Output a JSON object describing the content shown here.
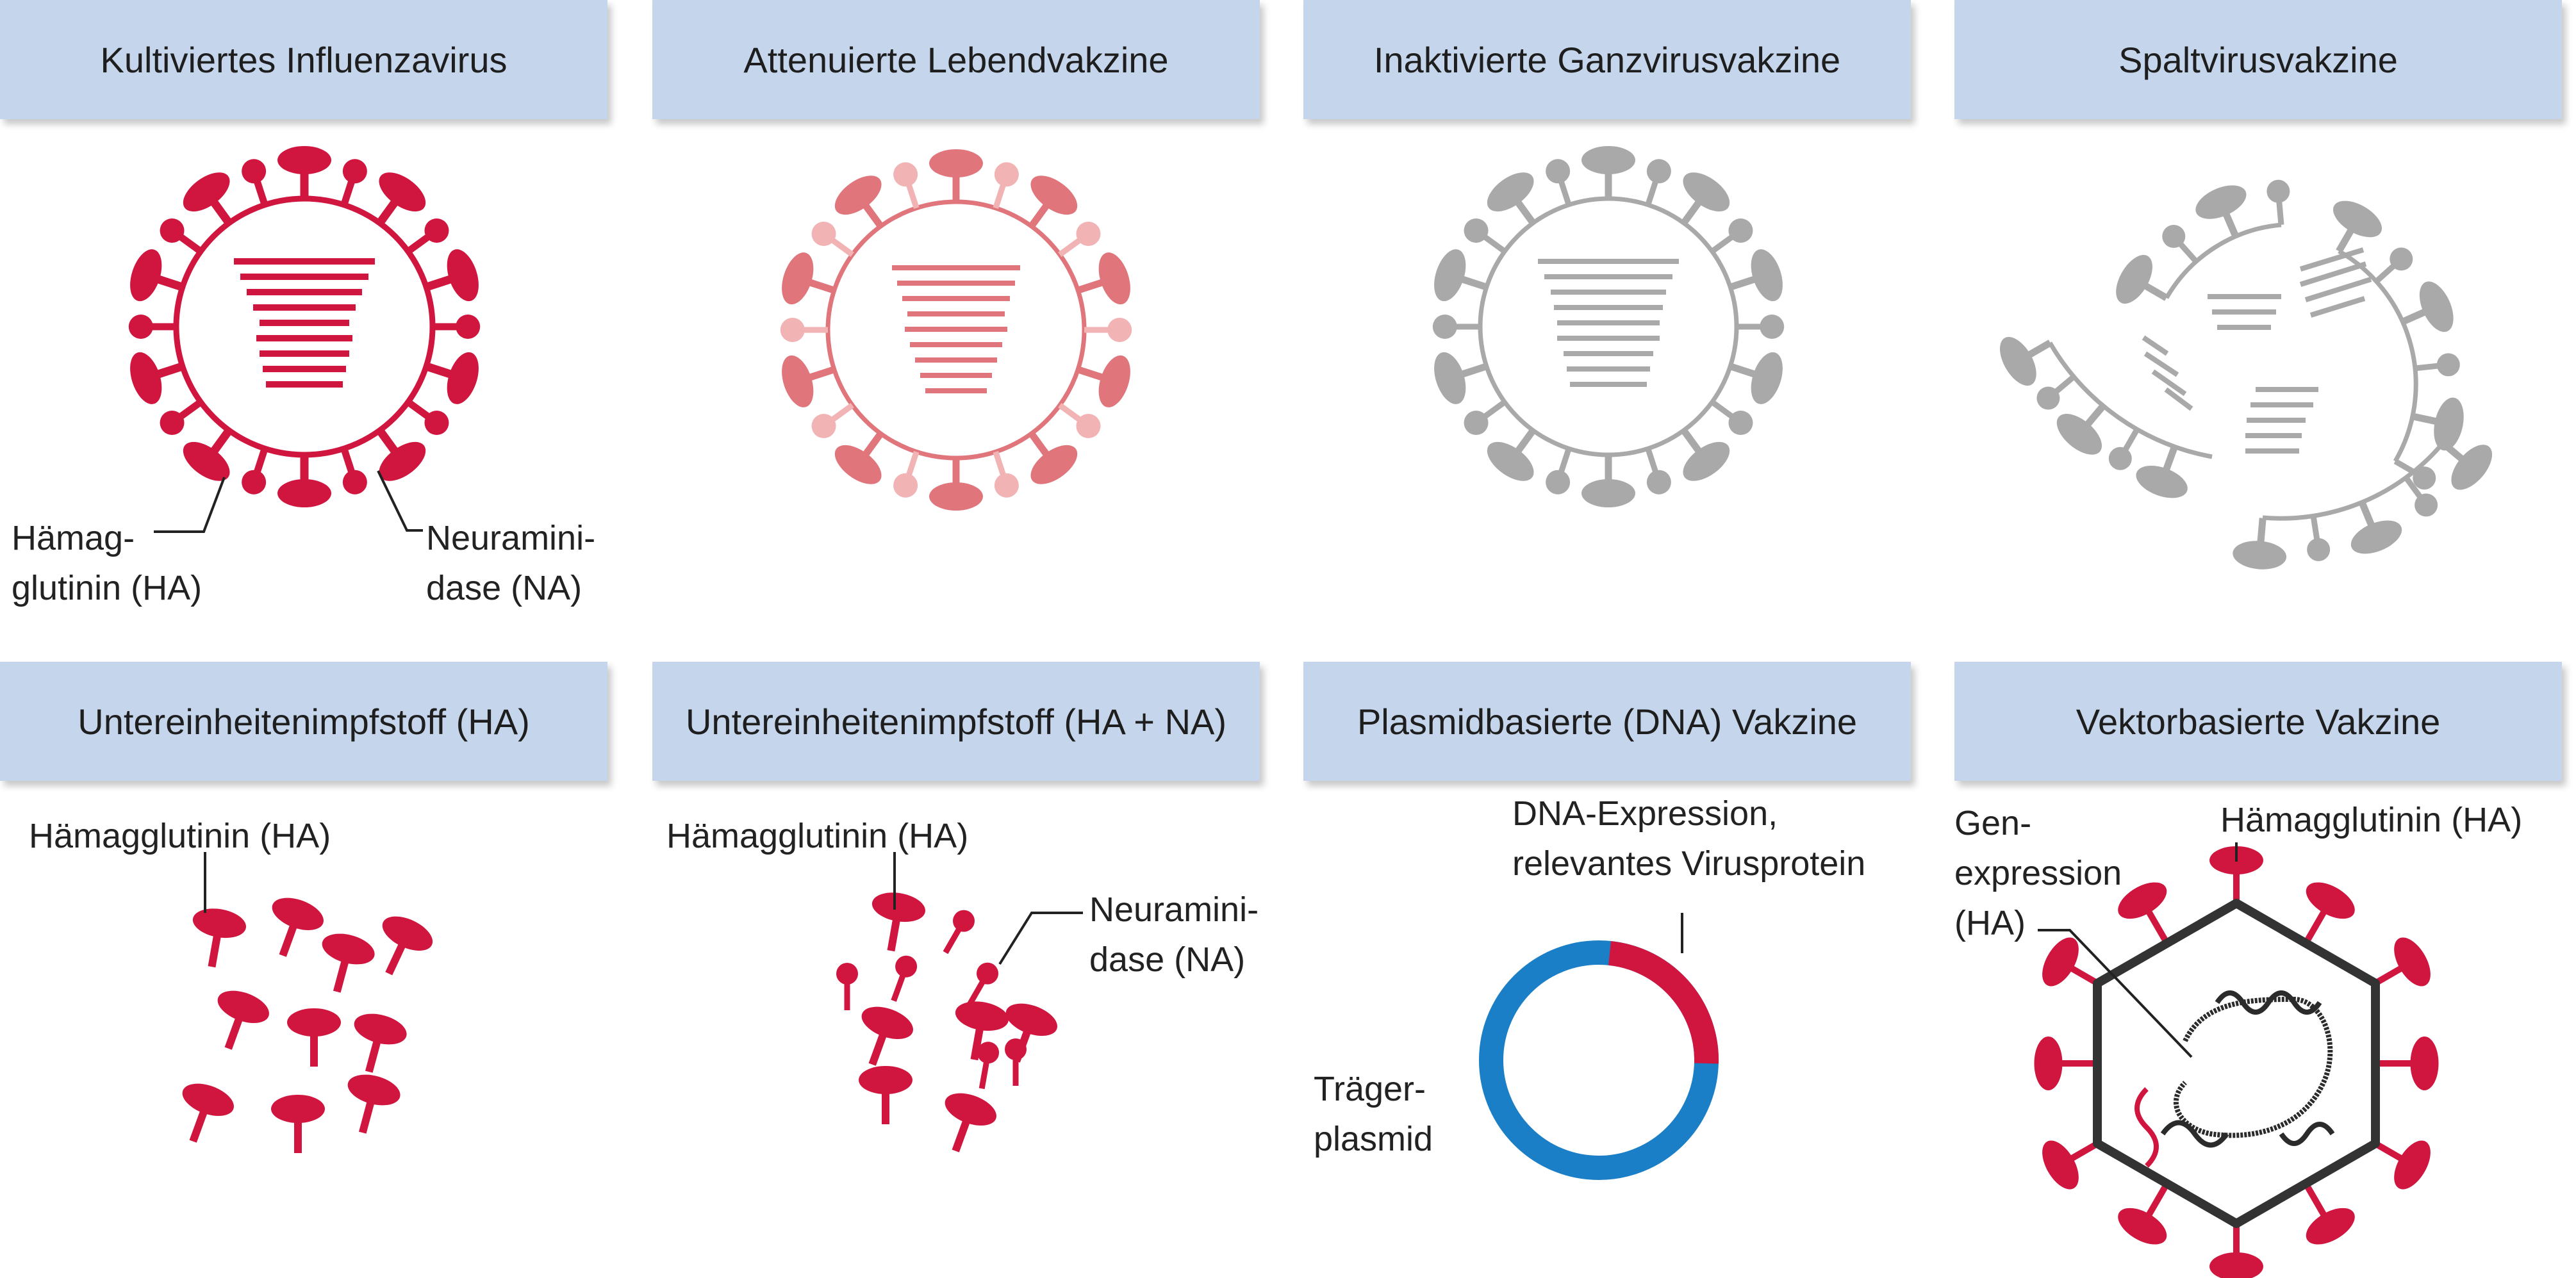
{
  "panels": [
    {
      "title": "Kultiviertes Influenzavirus"
    },
    {
      "title": "Attenuierte Lebendvakzine"
    },
    {
      "title": "Inaktivierte Ganzvirusvakzine"
    },
    {
      "title": "Spaltvirusvakzine"
    },
    {
      "title": "Untereinheitenimpfstoff (HA)"
    },
    {
      "title": "Untereinheitenimpfstoff (HA + NA)"
    },
    {
      "title": "Plasmidbasierte (DNA) Vakzine"
    },
    {
      "title": "Vektorbasierte Vakzine"
    }
  ],
  "labels": {
    "p1_ha_1": "Hämag-",
    "p1_ha_2": "glutinin (HA)",
    "p1_na_1": "Neuramini-",
    "p1_na_2": "dase (NA)",
    "p5_ha": "Hämagglutinin (HA)",
    "p6_ha": "Hämagglutinin (HA)",
    "p6_na_1": "Neuramini-",
    "p6_na_2": "dase (NA)",
    "p7_dna_1": "DNA-Expression,",
    "p7_dna_2": "relevantes Virusprotein",
    "p7_carrier_1": "Träger-",
    "p7_carrier_2": "plasmid",
    "p8_gen_1": "Gen-",
    "p8_gen_2": "expression",
    "p8_gen_3": "(HA)",
    "p8_ha": "Hämagglutinin (HA)"
  },
  "colors": {
    "header_bg": "#c5d6ec",
    "live_virus": "#d0163f",
    "attenuated": "#e0757c",
    "attenuated_light": "#f2b3b5",
    "inactivated": "#a9a9a9",
    "carrier_plasmid": "#1a7fc7",
    "insert": "#d0163f",
    "vector_capsid": "#333333"
  }
}
